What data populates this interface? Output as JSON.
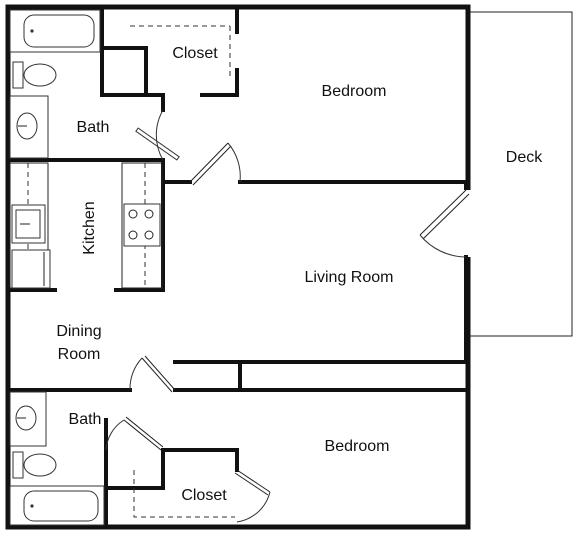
{
  "rooms": {
    "closet_top": "Closet",
    "bedroom_top": "Bedroom",
    "bath_top": "Bath",
    "deck": "Deck",
    "kitchen": "Kitchen",
    "living_room": "Living Room",
    "dining_line1": "Dining",
    "dining_line2": "Room",
    "bath_bottom": "Bath",
    "bedroom_bottom": "Bedroom",
    "closet_bottom": "Closet"
  },
  "icons": [
    "bathtub-icon",
    "toilet-icon",
    "sink-icon",
    "stove-icon",
    "door-swing-icon"
  ]
}
